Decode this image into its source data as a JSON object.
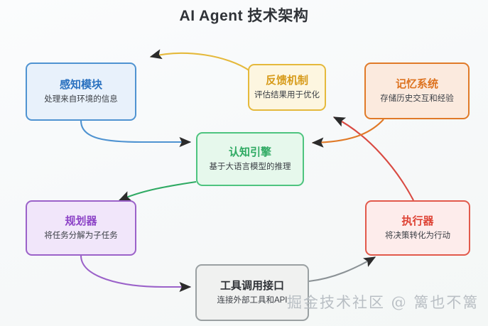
{
  "title": "AI Agent 技术架构",
  "watermark": "掘金技术社区 @ 篱也不篱",
  "nodes": {
    "perception": {
      "title": "感知模块",
      "desc": "处理来自环境的信息",
      "color": "#4f93d1"
    },
    "feedback": {
      "title": "反馈机制",
      "desc": "评估结果用于优化",
      "color": "#e5b93c"
    },
    "memory": {
      "title": "记忆系统",
      "desc": "存储历史交互和经验",
      "color": "#e07a28"
    },
    "cognition": {
      "title": "认知引擎",
      "desc": "基于大语言模型的推理",
      "color": "#4ec47f"
    },
    "planner": {
      "title": "规划器",
      "desc": "将任务分解为子任务",
      "color": "#9b62c9"
    },
    "executor": {
      "title": "执行器",
      "desc": "将决策转化为行动",
      "color": "#e2594b"
    },
    "tool": {
      "title": "工具调用接口",
      "desc": "连接外部工具和API",
      "color": "#9aa0a2"
    }
  },
  "edges": [
    {
      "id": "perception-to-cognition",
      "from": "perception",
      "to": "cognition",
      "color": "#4f93d1"
    },
    {
      "id": "cognition-to-planner",
      "from": "cognition",
      "to": "planner",
      "color": "#2faa63"
    },
    {
      "id": "planner-to-tool",
      "from": "planner",
      "to": "tool",
      "color": "#9b62c9"
    },
    {
      "id": "tool-to-executor",
      "from": "tool",
      "to": "executor",
      "color": "#8b9296"
    },
    {
      "id": "executor-to-feedback",
      "from": "executor",
      "to": "feedback",
      "color": "#d94a42"
    },
    {
      "id": "feedback-to-perception",
      "from": "feedback",
      "to": "perception",
      "color": "#e5b93c"
    },
    {
      "id": "memory-to-cognition",
      "from": "memory",
      "to": "cognition",
      "color": "#e07a28"
    }
  ]
}
